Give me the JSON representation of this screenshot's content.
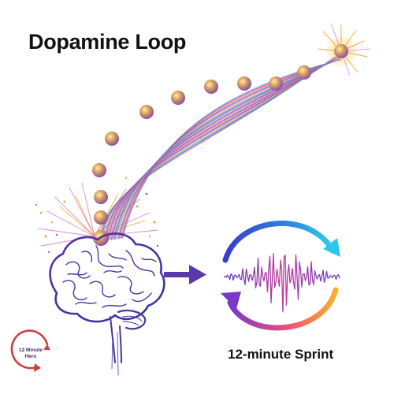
{
  "title": "Dopamine Loop",
  "caption": "12-minute Sprint",
  "badge": {
    "line1": "12 Minute",
    "line2": "Hero",
    "icon": "circular-arrow-icon"
  },
  "illustration": {
    "brain_icon": "brain-icon",
    "right_arrow_icon": "right-arrow-icon",
    "cycle_icon": "circular-cycle-arrows-icon",
    "waveform_icon": "waveform-icon",
    "burst_icon": "starburst-icon",
    "orb_count": 12
  },
  "colors": {
    "title": "#111111",
    "arrow": "#5a38a8",
    "brain_outline": "#3b2d8f",
    "orb": "#c99a4a",
    "stream_purple": "#7a3cc8",
    "stream_orange": "#f39a2b",
    "stream_cyan": "#2bb6e6",
    "stream_pink": "#e0457f"
  }
}
